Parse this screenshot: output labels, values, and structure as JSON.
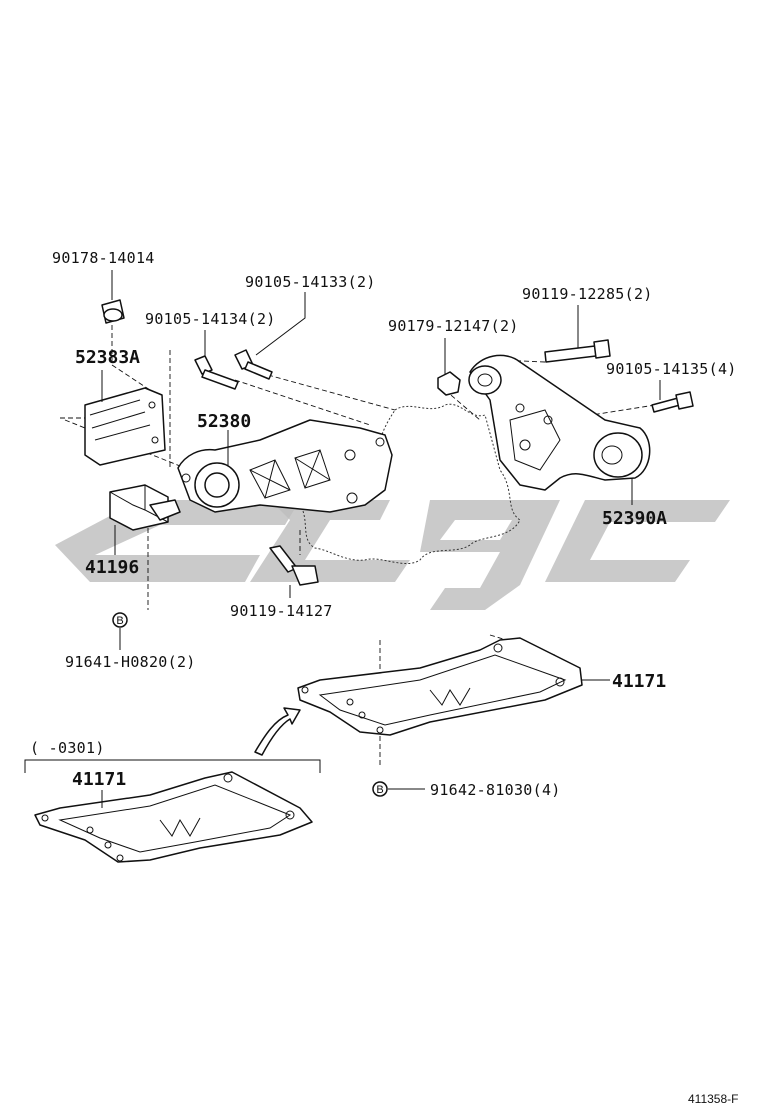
{
  "labels": {
    "p90178": "90178-14014",
    "p90105_14133": "90105-14133(2)",
    "p90105_14134": "90105-14134(2)",
    "p52383A": "52383A",
    "p90179": "90179-12147(2)",
    "p90119_12285": "90119-12285(2)",
    "p90105_14135": "90105-14135(4)",
    "p52380": "52380",
    "p52390A": "52390A",
    "p41196": "41196",
    "p90119_14127": "90119-14127",
    "p91641": "91641-H0820(2)",
    "p41171_right": "41171",
    "p41171_left": "41171",
    "p91642": "91642-81030(4)",
    "range_note": "(      -0301)",
    "marker_b1": "B",
    "marker_b2": "B",
    "figure_id": "411358-F"
  },
  "colors": {
    "line": "#111111",
    "watermark": "#bdbdbd",
    "background": "#ffffff"
  }
}
